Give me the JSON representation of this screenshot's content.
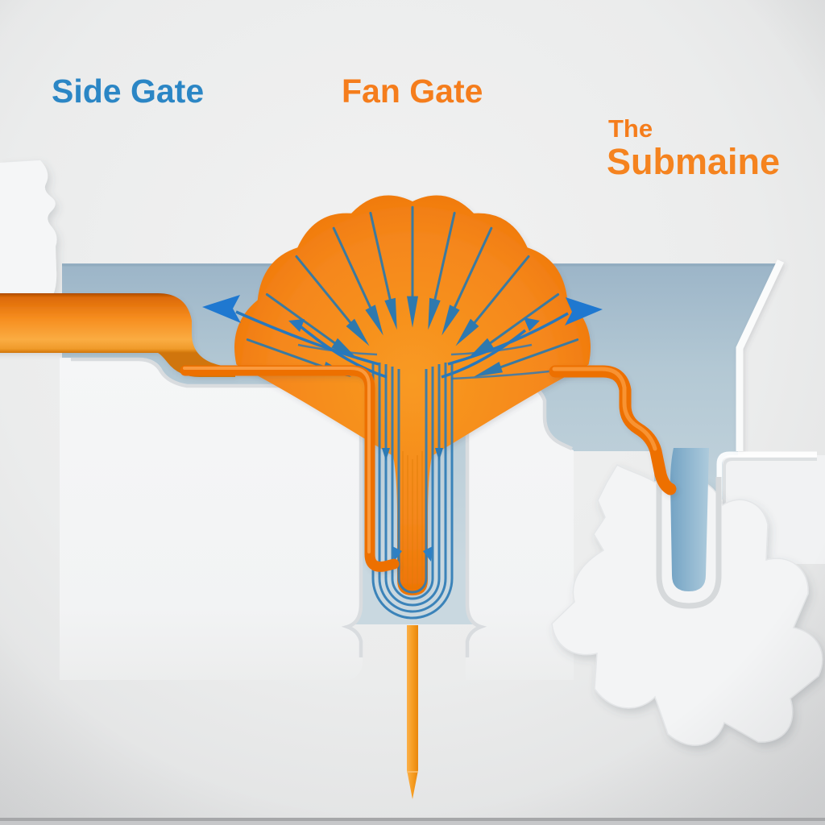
{
  "labels": {
    "side_gate": "Side Gate",
    "fan_gate": "Fan Gate",
    "submarine_top": "The",
    "submarine_bottom": "Submaine"
  },
  "colors": {
    "label_blue": "#2B86C5",
    "label_orange": "#F57D1C",
    "melt_orange": "#ED7004",
    "melt_orange_bright": "#F58A1C",
    "melt_highlight": "#FBA044",
    "flow_blue": "#2878BC",
    "arrow_blue": "#1F78D0",
    "spike_blue": "#3B7AA0",
    "cavity_blue_top": "#9CB5C8",
    "cavity_blue_bottom": "#C9D8E0",
    "well_blue_dark": "#6FA0C2",
    "well_blue_light": "#AFCCDD",
    "steel_white": "#F4F5F6",
    "outline_gray": "#D9DCDF",
    "background_gray": "#EBECEC",
    "footer_dark": "#A6A7A9",
    "footer_light": "#C6C7C9"
  }
}
